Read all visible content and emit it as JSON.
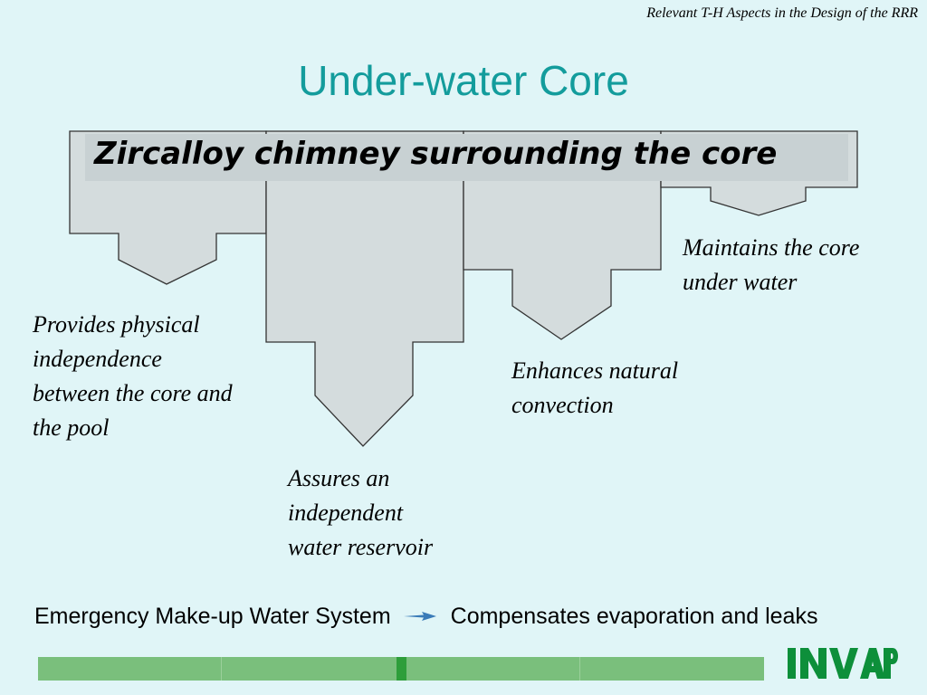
{
  "header_note": "Relevant T-H Aspects in the Design of the RRR",
  "title": "Under-water Core",
  "banner": "Zircalloy chimney surrounding the core",
  "functions": [
    {
      "lines": [
        "Provides physical",
        "independence",
        "between the core and",
        "the pool"
      ]
    },
    {
      "lines": [
        "Assures an",
        "independent",
        "water reservoir"
      ]
    },
    {
      "lines": [
        "Enhances natural",
        "convection"
      ]
    },
    {
      "lines": [
        "Maintains the core",
        "under water"
      ]
    }
  ],
  "bottom": {
    "left": "Emergency Make-up Water System",
    "right": "Compensates evaporation and leaks",
    "arrow_icon": "arrow-right-icon",
    "arrow_color": "#3a7bb8"
  },
  "logo": {
    "text": "INVAP",
    "color": "#0d8f3a"
  },
  "colors": {
    "title": "#139c9c",
    "box_fill": "#d4dcdd",
    "box_stroke": "#333333",
    "background": "#e0f5f7",
    "footer_bar": "#7abf7c"
  }
}
